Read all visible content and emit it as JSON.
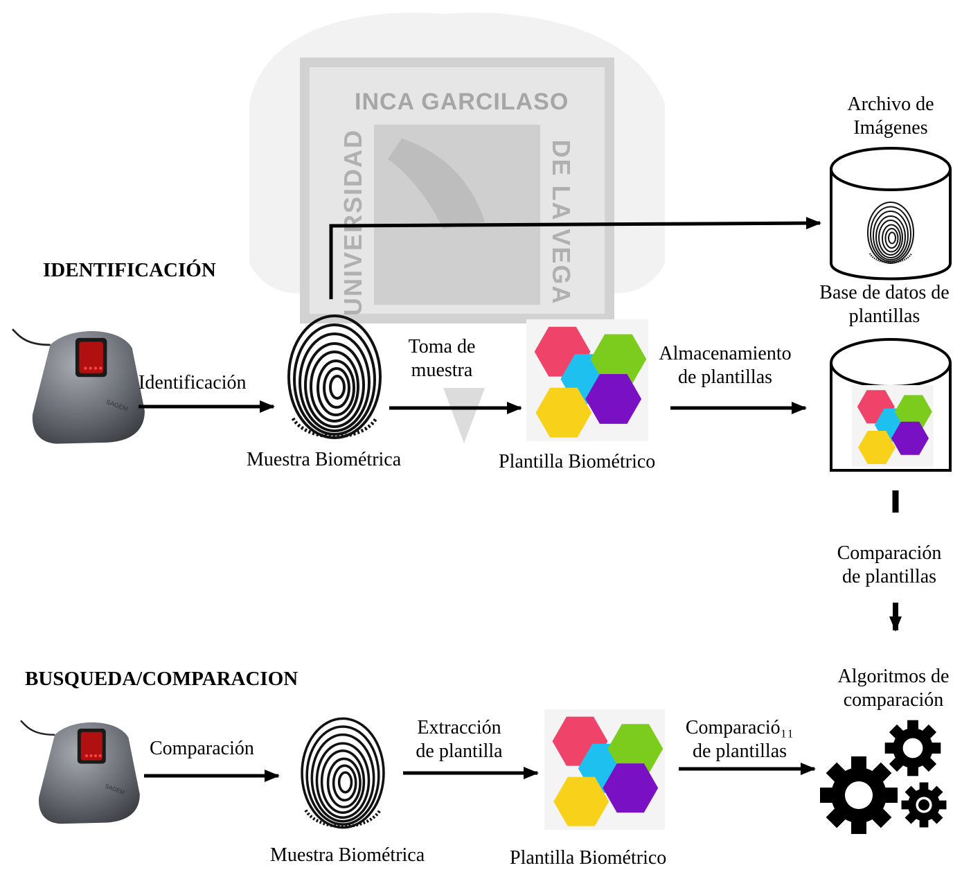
{
  "watermark": {
    "top_text": "INCA GARCILASO",
    "left_text": "UNIVERSIDAD",
    "right_text": "DE LA VEGA",
    "color": "#9a9a9a"
  },
  "identification": {
    "heading": "IDENTIFICACIÓN",
    "arrow1_label": "Identificación",
    "sample_label": "Muestra Biométrica",
    "arrow2_label": "Toma de\nmuestra",
    "template_label": "Plantilla Biométrico",
    "arrow3_label": "Almacenamiento\nde plantillas"
  },
  "storage": {
    "image_archive_label": "Archivo de\nImágenes",
    "template_db_label": "Base de datos de\nplantillas",
    "comparison_label": "Comparación\nde plantillas"
  },
  "search": {
    "heading": "BUSQUEDA/COMPARACION",
    "arrow1_label": "Comparación",
    "sample_label": "Muestra Biométrica",
    "arrow2_label": "Extracción\nde plantilla",
    "template_label": "Plantilla Biométrico",
    "arrow3_label": "Comparació₁₁\nde plantillas",
    "algorithms_label": "Algoritmos de\ncomparación"
  },
  "colors": {
    "hex_red": "#f0436a",
    "hex_blue": "#1ec0f0",
    "hex_green": "#7ccc1e",
    "hex_yellow": "#f8d21a",
    "hex_purple": "#7a10c4",
    "scanner_body": "#6d7078",
    "scanner_window": "#b01010"
  },
  "icons": [
    "fingerprint-scanner-icon",
    "fingerprint-icon",
    "hexagon-template-icon",
    "database-cylinder-icon",
    "gears-icon"
  ]
}
